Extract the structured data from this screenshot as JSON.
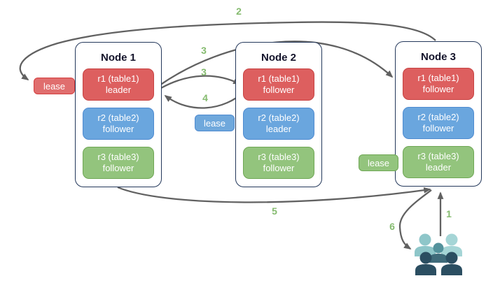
{
  "nodes": [
    {
      "title": "Node 1",
      "replicas": [
        {
          "line1": "r1 (table1)",
          "line2": "leader",
          "color": "red"
        },
        {
          "line1": "r2 (table2)",
          "line2": "follower",
          "color": "blue"
        },
        {
          "line1": "r3 (table3)",
          "line2": "follower",
          "color": "green"
        }
      ]
    },
    {
      "title": "Node 2",
      "replicas": [
        {
          "line1": "r1 (table1)",
          "line2": "follower",
          "color": "red"
        },
        {
          "line1": "r2 (table2)",
          "line2": "leader",
          "color": "blue"
        },
        {
          "line1": "r3 (table3)",
          "line2": "follower",
          "color": "green"
        }
      ]
    },
    {
      "title": "Node 3",
      "replicas": [
        {
          "line1": "r1 (table1)",
          "line2": "follower",
          "color": "red"
        },
        {
          "line1": "r2 (table2)",
          "line2": "follower",
          "color": "blue"
        },
        {
          "line1": "r3 (table3)",
          "line2": "leader",
          "color": "green"
        }
      ]
    }
  ],
  "leases": {
    "red": "lease",
    "blue": "lease",
    "green": "lease"
  },
  "flow_labels": {
    "step1": "1",
    "step2": "2",
    "step3a": "3",
    "step3b": "3",
    "step4": "4",
    "step5": "5",
    "step6": "6"
  },
  "colors": {
    "replica_red": "#dd5f5f",
    "replica_red_border": "#c74343",
    "replica_blue": "#6aa6de",
    "replica_blue_border": "#4f8bd0",
    "replica_green": "#93c47d",
    "replica_green_border": "#6fa755",
    "node_border": "#24385b",
    "arrow_gray": "#616161",
    "flow_label_green": "#85bb6f",
    "users_light_teal": "#a5d5d6",
    "users_mid_teal": "#8ec6c9",
    "users_teal": "#54929c",
    "users_dark_navy": "#2b4e61"
  }
}
